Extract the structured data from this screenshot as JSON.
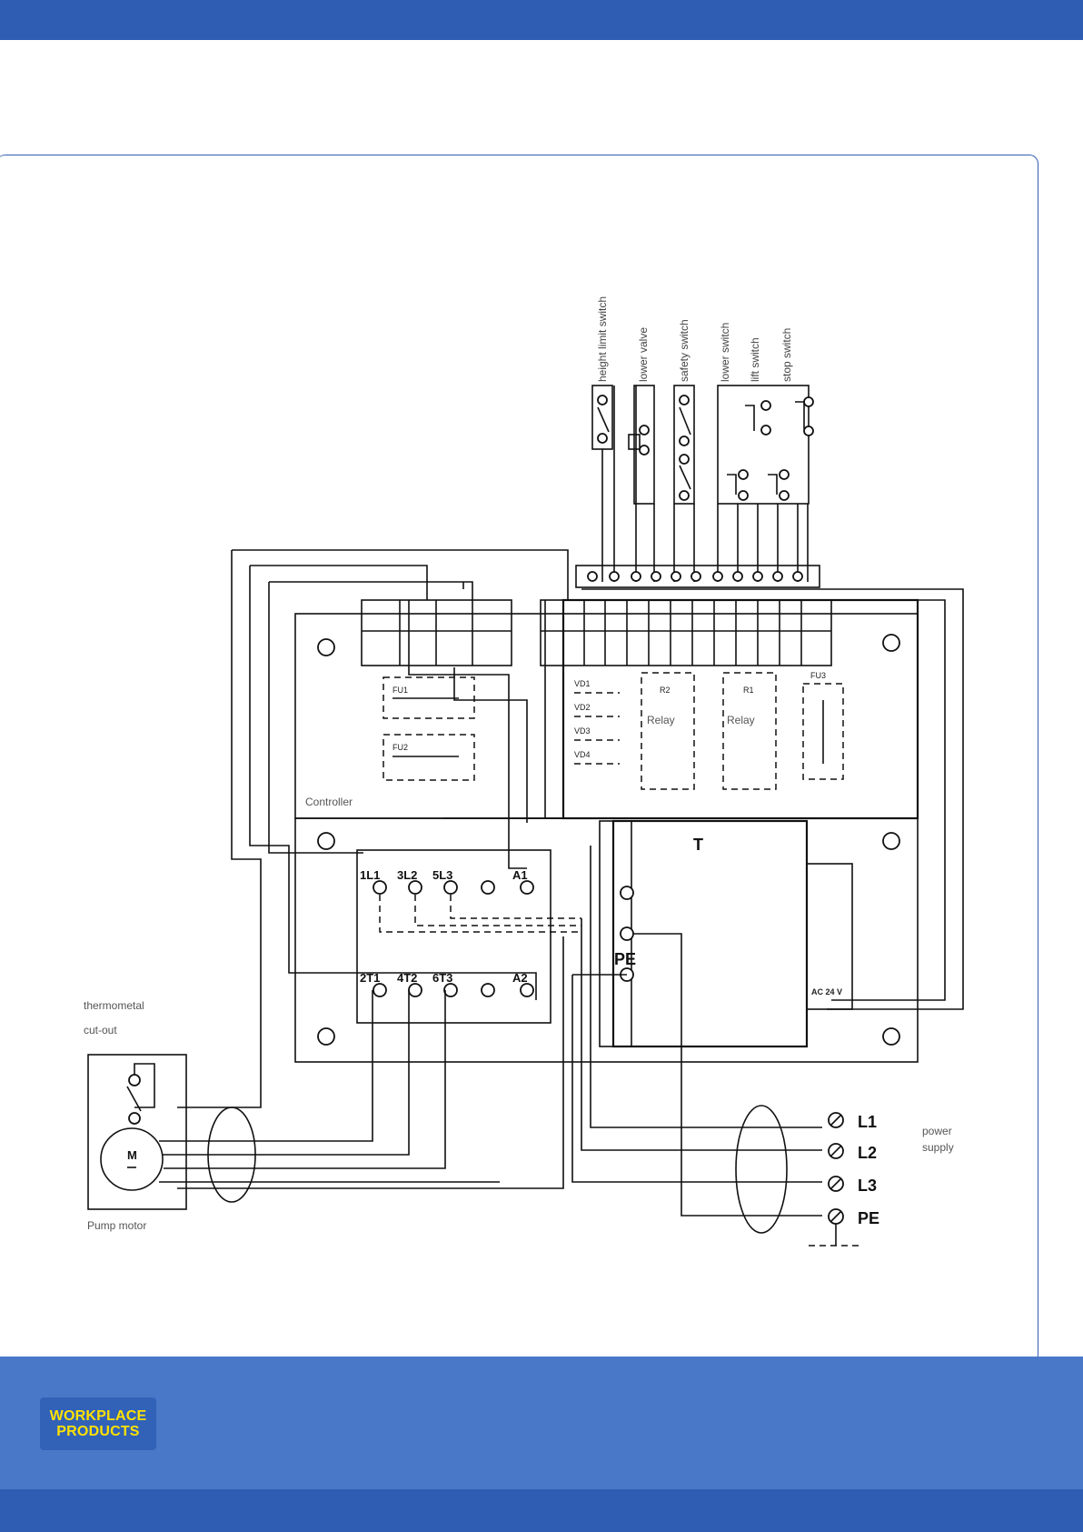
{
  "brand": {
    "top_bar_color": "#2f5db3",
    "footer_color": "#4a78c9",
    "logo_text_color": "#ffe100",
    "logo_line1": "WORKPLACE",
    "logo_line2": "PRODUCTS"
  },
  "diagram": {
    "switch_labels": [
      "height limit switch",
      "lower valve",
      "safety switch",
      "lower switch",
      "lift switch",
      "stop switch"
    ],
    "controller_label": "Controller",
    "relay_r2_id": "R2",
    "relay_r1_id": "R1",
    "relay_label": "Relay",
    "fuse_fu3": "FU3",
    "fuse_fu1": "FU1",
    "fuse_fu2": "FU2",
    "diodes": [
      "VD1",
      "VD2",
      "VD3",
      "VD4"
    ],
    "contactor_top": [
      "1L1",
      "3L2",
      "5L3",
      "A1"
    ],
    "contactor_bottom": [
      "2T1",
      "4T2",
      "6T3",
      "A2"
    ],
    "transformer_label": "T",
    "transformer_pe": "PE",
    "transformer_ac": "AC 24 V",
    "thermal_label_1": "thermometal",
    "thermal_label_2": "cut-out",
    "motor_label": "Pump motor",
    "motor_symbol": "M",
    "supply_label_1": "power",
    "supply_label_2": "supply",
    "supply_terminals": [
      "L1",
      "L2",
      "L3",
      "PE"
    ]
  }
}
